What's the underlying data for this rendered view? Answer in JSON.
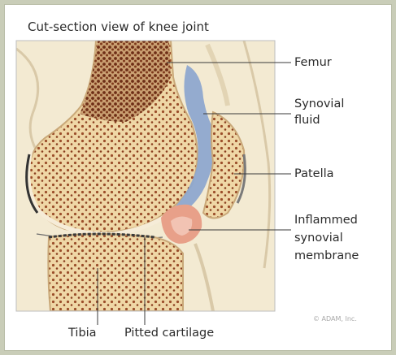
{
  "diagram": {
    "title": "Cut-section view of knee joint",
    "labels": {
      "femur": "Femur",
      "synovial_fluid_line1": "Synovial",
      "synovial_fluid_line2": "fluid",
      "patella": "Patella",
      "inflamed_line1": "Inflammed",
      "inflamed_line2": "synovial",
      "inflamed_line3": "membrane",
      "tibia": "Tibia",
      "pitted_cartilage": "Pitted cartilage"
    },
    "copyright": "© ADAM, Inc."
  },
  "colors": {
    "outer_bg": "#c9cdb8",
    "bone": "#efd7a6",
    "marrow": "#9b4e2a",
    "fluid": "#8ea8cf",
    "inflamed": "#e8a089",
    "tissue": "#f3ead2"
  }
}
